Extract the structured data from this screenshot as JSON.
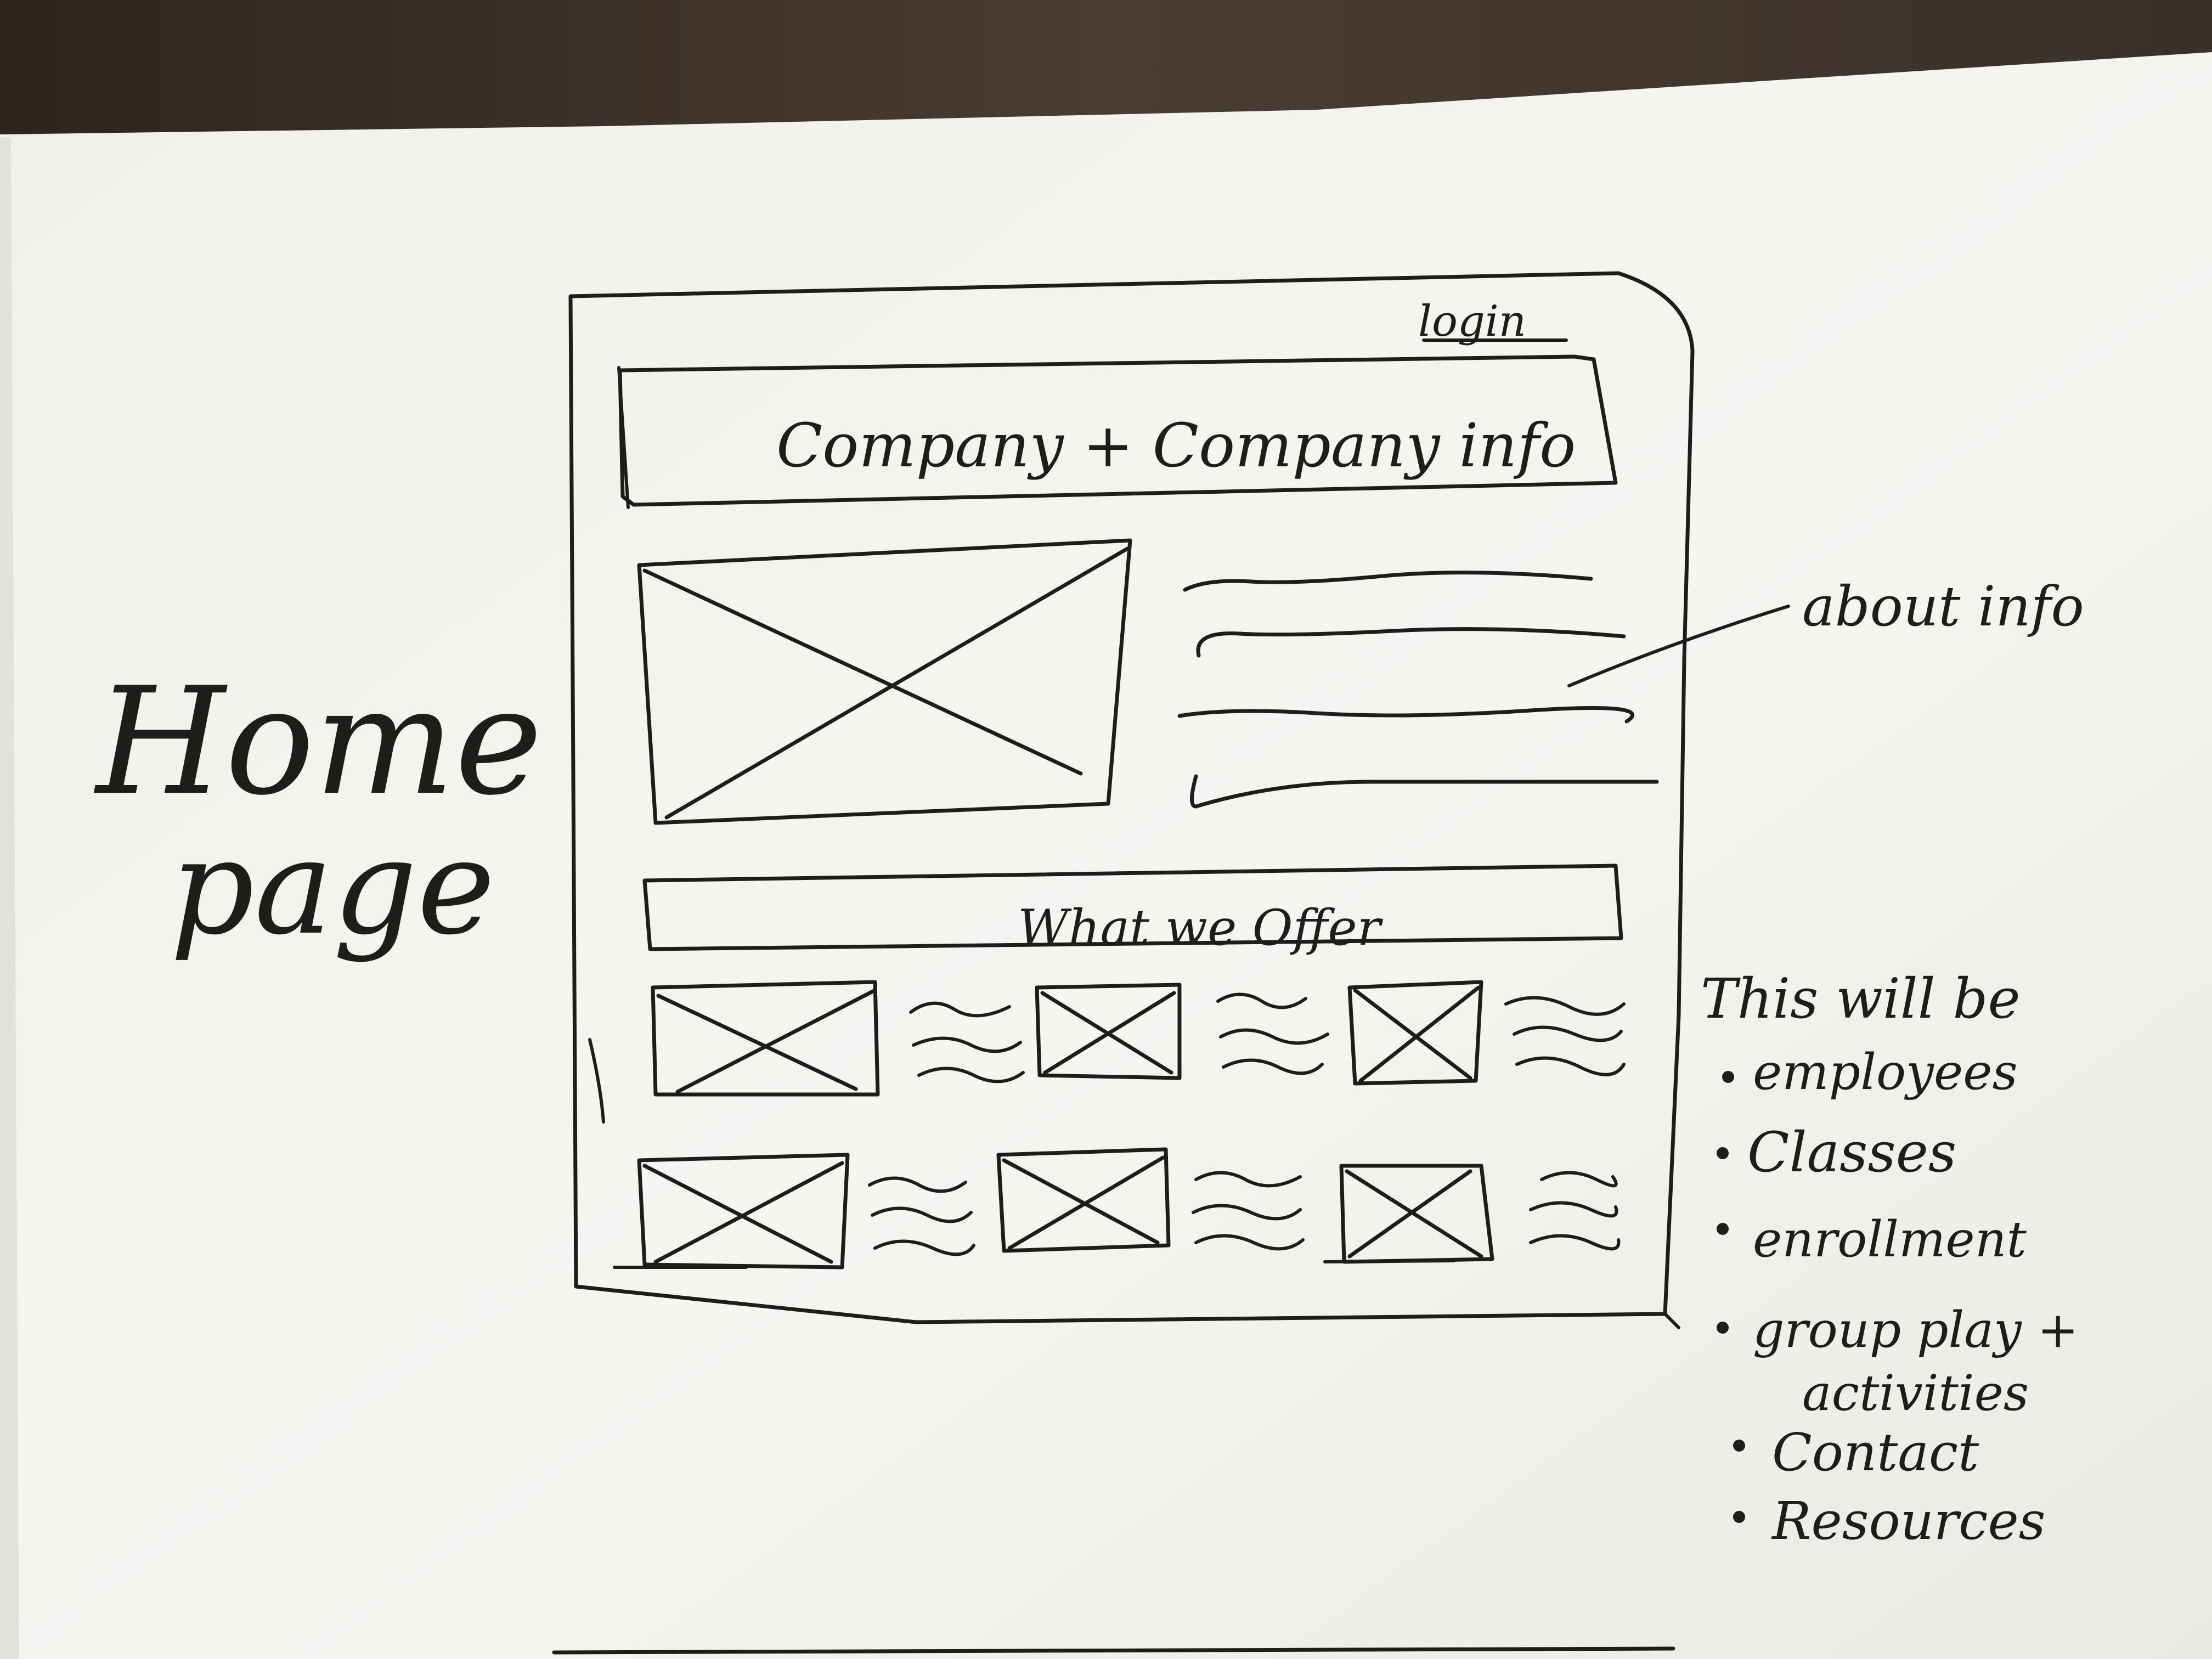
{
  "sketch": {
    "page_title": [
      "Home",
      "page"
    ],
    "wireframe": {
      "login_link": "login",
      "header_label": "Company + Company info",
      "offer_banner": "What we Offer"
    },
    "annotations": {
      "about": "about info",
      "offer_heading": "This will be",
      "offer_items": [
        "employees",
        "Classes",
        "enrollment",
        "group play +",
        "activities",
        "Contact",
        "Resources"
      ]
    }
  },
  "colors": {
    "paper": "#f4f4f1",
    "ink": "#1f1d1b",
    "table": "#3a2f27"
  }
}
